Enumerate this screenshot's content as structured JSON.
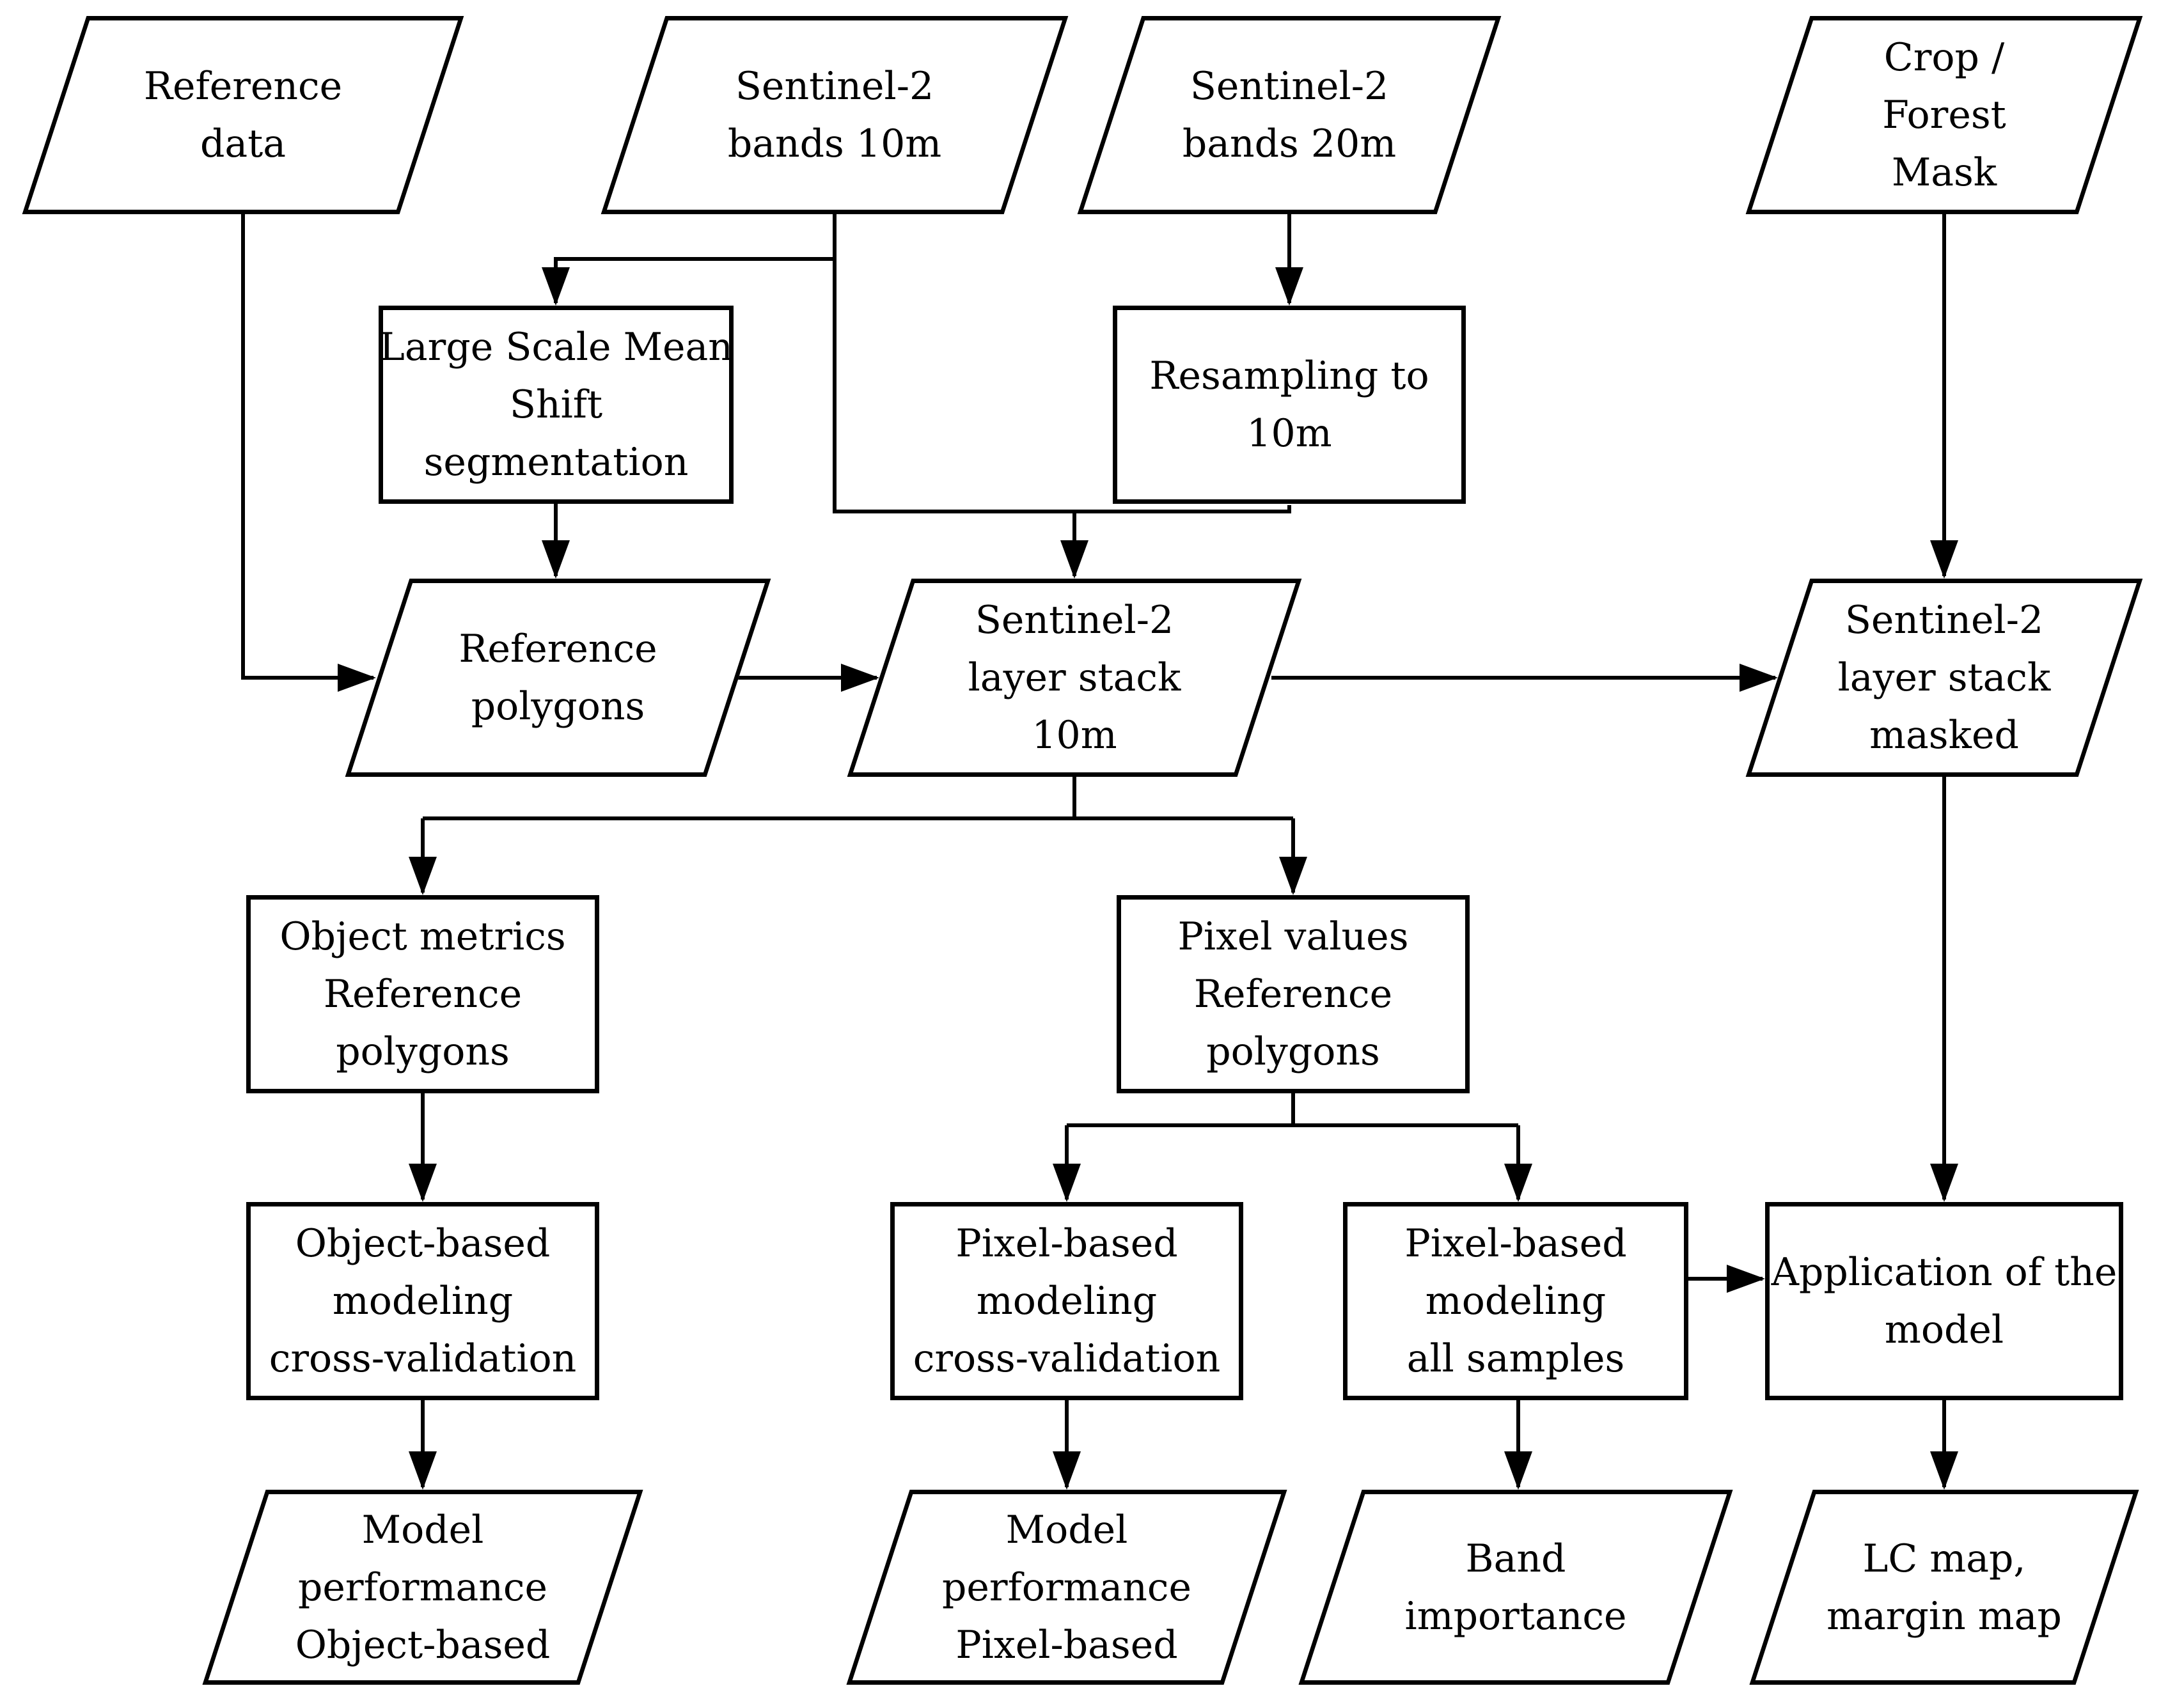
{
  "figure": {
    "type": "flowchart",
    "background_color": "#ffffff",
    "ink_color": "#000000"
  },
  "nodes": {
    "reference_data": {
      "label": "Reference\ndata",
      "shape": "parallelogram"
    },
    "s2_bands_10m": {
      "label": "Sentinel-2\nbands 10m",
      "shape": "parallelogram"
    },
    "s2_bands_20m": {
      "label": "Sentinel-2\nbands 20m",
      "shape": "parallelogram"
    },
    "crop_forest_mask": {
      "label": "Crop /\nForest\nMask",
      "shape": "parallelogram"
    },
    "lsms": {
      "label": "Large Scale Mean\nShift\nsegmentation",
      "shape": "rectangle"
    },
    "resampling": {
      "label": "Resampling to\n10m",
      "shape": "rectangle"
    },
    "reference_polygons": {
      "label": "Reference\npolygons",
      "shape": "parallelogram"
    },
    "s2_stack_10m": {
      "label": "Sentinel-2\nlayer stack\n10m",
      "shape": "parallelogram"
    },
    "s2_stack_masked": {
      "label": "Sentinel-2\nlayer stack\nmasked",
      "shape": "parallelogram"
    },
    "object_metrics": {
      "label": "Object metrics\nReference\npolygons",
      "shape": "rectangle"
    },
    "pixel_values": {
      "label": "Pixel values\nReference\npolygons",
      "shape": "rectangle"
    },
    "object_modeling_cv": {
      "label": "Object-based\nmodeling\ncross-validation",
      "shape": "rectangle"
    },
    "pixel_modeling_cv": {
      "label": "Pixel-based\nmodeling\ncross-validation",
      "shape": "rectangle"
    },
    "pixel_modeling_all": {
      "label": "Pixel-based\nmodeling\nall samples",
      "shape": "rectangle"
    },
    "application": {
      "label": "Application of the\nmodel",
      "shape": "rectangle"
    },
    "perf_object": {
      "label": "Model\nperformance\nObject-based",
      "shape": "parallelogram"
    },
    "perf_pixel": {
      "label": "Model\nperformance\nPixel-based",
      "shape": "parallelogram"
    },
    "band_importance": {
      "label": "Band\nimportance",
      "shape": "parallelogram"
    },
    "lc_map": {
      "label": "LC map,\nmargin map",
      "shape": "parallelogram"
    }
  },
  "edges": [
    {
      "from": "reference_data",
      "to": "reference_polygons"
    },
    {
      "from": "s2_bands_10m",
      "to": "lsms"
    },
    {
      "from": "s2_bands_10m",
      "to": "s2_stack_10m"
    },
    {
      "from": "s2_bands_20m",
      "to": "resampling"
    },
    {
      "from": "resampling",
      "to": "s2_stack_10m"
    },
    {
      "from": "lsms",
      "to": "reference_polygons"
    },
    {
      "from": "reference_polygons",
      "to": "s2_stack_10m"
    },
    {
      "from": "s2_stack_10m",
      "to": "s2_stack_masked"
    },
    {
      "from": "crop_forest_mask",
      "to": "s2_stack_masked"
    },
    {
      "from": "s2_stack_10m",
      "to": "object_metrics"
    },
    {
      "from": "s2_stack_10m",
      "to": "pixel_values"
    },
    {
      "from": "object_metrics",
      "to": "object_modeling_cv"
    },
    {
      "from": "pixel_values",
      "to": "pixel_modeling_cv"
    },
    {
      "from": "pixel_values",
      "to": "pixel_modeling_all"
    },
    {
      "from": "pixel_modeling_all",
      "to": "application"
    },
    {
      "from": "s2_stack_masked",
      "to": "application"
    },
    {
      "from": "object_modeling_cv",
      "to": "perf_object"
    },
    {
      "from": "pixel_modeling_cv",
      "to": "perf_pixel"
    },
    {
      "from": "pixel_modeling_all",
      "to": "band_importance"
    },
    {
      "from": "application",
      "to": "lc_map"
    }
  ]
}
